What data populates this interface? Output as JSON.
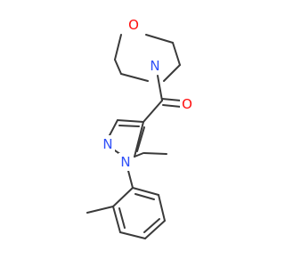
{
  "atoms": {
    "morpholine_o": {
      "label": "O",
      "color": "#ff0d0d"
    },
    "morpholine_n": {
      "label": "N",
      "color": "#3050f8"
    },
    "carbonyl_o": {
      "label": "O",
      "color": "#ff0d0d"
    },
    "pyrazole_n2": {
      "label": "N",
      "color": "#3050f8"
    },
    "pyrazole_n1": {
      "label": "N",
      "color": "#3050f8"
    }
  },
  "bond_color": "#3a3a3a"
}
